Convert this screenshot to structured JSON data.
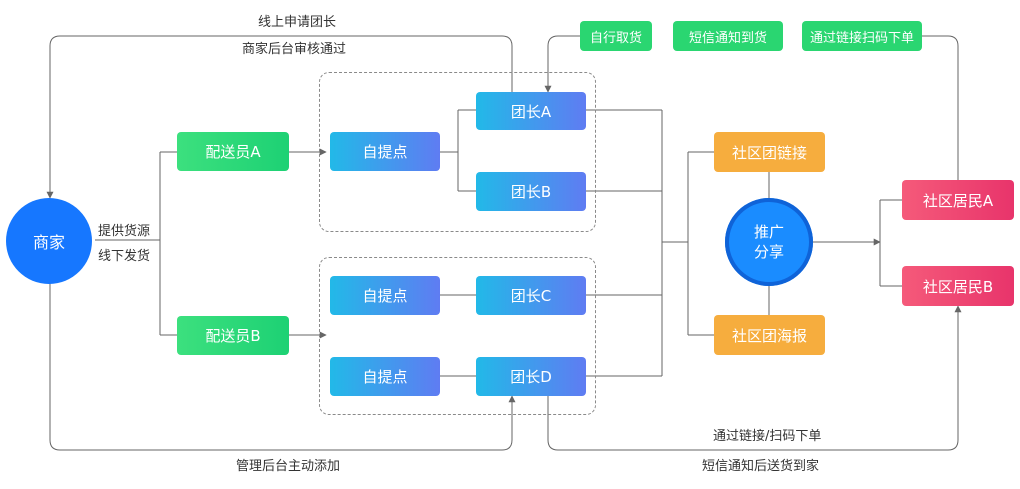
{
  "merchant": "商家",
  "merchant_note": [
    "提供货源",
    "线下发货"
  ],
  "top_route": {
    "line1": "线上申请团长",
    "line2": "商家后台审核通过"
  },
  "bottom_route": "管理后台主动添加",
  "couriers": [
    "配送员A",
    "配送员B"
  ],
  "pickup_points": [
    "自提点",
    "自提点",
    "自提点"
  ],
  "leaders": [
    "团长A",
    "团长B",
    "团长C",
    "团长D"
  ],
  "methods": [
    "自行取货",
    "短信通知到货",
    "通过链接扫码下单"
  ],
  "channels": [
    "社区团链接",
    "社区团海报"
  ],
  "promo": {
    "line1": "推广",
    "line2": "分享"
  },
  "residents": [
    "社区居民A",
    "社区居民B"
  ],
  "resident_route": {
    "line1": "通过链接/扫码下单",
    "line2": "短信通知后送货到家"
  },
  "colors": {
    "line": "#666666",
    "merchant": "#1677ff",
    "promo": "#1a8cff"
  }
}
